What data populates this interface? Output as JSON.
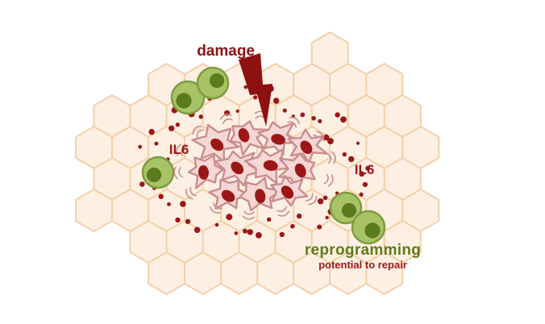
{
  "figure": {
    "labels": {
      "damage": "damage",
      "il6_left": "IL6",
      "il6_right": "IL6",
      "reprogramming": "reprogramming",
      "potential_to_repair": "potential to repair"
    },
    "colors": {
      "background": "#ffffff",
      "hex_fill": "#fdf0e3",
      "hex_stroke": "#f3d0aa",
      "damaged_cell_fill": "#f5d7d5",
      "damaged_cell_stroke": "#c78d8f",
      "nucleus_red": "#9b1717",
      "il6_dot": "#9b1717",
      "bolt_red": "#8e1111",
      "damage_text": "#8e1111",
      "il6_text": "#9b1717",
      "green_cell_fill": "#a8c266",
      "green_cell_stroke": "#7f9c40",
      "green_nucleus": "#5c7a1e",
      "reprogramming_text": "#5f7a1b",
      "potential_text": "#9b1717",
      "squiggle": "#c78d8f"
    }
  }
}
